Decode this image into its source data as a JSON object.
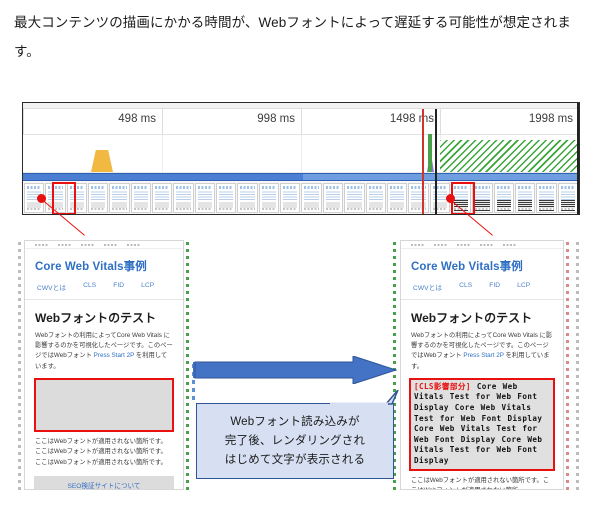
{
  "intro": {
    "text": "最大コンテンツの描画にかかる時間が、Webフォントによって遅延する可能性が想定されます。"
  },
  "timeline": {
    "name": "performance-filmstrip-timeline",
    "ticks": [
      "498 ms",
      "998 ms",
      "1498 ms",
      "1998 ms"
    ],
    "frame_count": 26,
    "dense_from_index": 20,
    "selection_left_index": 1,
    "selection_right_index": 21,
    "colors": {
      "cpu_script": "#f1b942",
      "paint": "#8a77d8",
      "network_band": "#4a7fd4",
      "layout_shift_hatch": "#3aa53a",
      "selection": "#e8110f",
      "cursor": "#d0342c"
    }
  },
  "cards": {
    "before": {
      "name": "before-webfont-loaded",
      "title": "Core Web Vitals事例",
      "nav": [
        "CWVとは",
        "CLS",
        "FID",
        "LCP"
      ],
      "heading": "Webフォントのテスト",
      "paragraph_pre": "Webフォントの利用によってCore Web Vitals に影響するのかを可視化したページです。このページではWebフォント ",
      "paragraph_link": "Press Start 2P",
      "paragraph_post": " を利用しています。",
      "placeholder_note": "",
      "body_text": "ここはWebフォントが適用されない箇所です。ここはWebフォントが適用されない箇所です。ここはWebフォントが適用されない箇所です。",
      "button": "SEO検証サイトについて"
    },
    "after": {
      "name": "after-webfont-loaded",
      "title": "Core Web Vitals事例",
      "nav": [
        "CWVとは",
        "CLS",
        "FID",
        "LCP"
      ],
      "heading": "Webフォントのテスト",
      "paragraph_pre": "Webフォントの利用によってCore Web Vitals に影響するのかを可視化したページです。このページではWebフォント ",
      "paragraph_link": "Press Start 2P",
      "paragraph_post": " を利用しています。",
      "cls_tag": "[CLS影響部分]",
      "cls_text": "Core Web Vitals Test for Web Font Display Core Web Vitals Test for Web Font Display Core Web Vitals Test for Web Font Display Core Web Vitals Test for Web Font Display",
      "body_text": "ここはWebフォントが適用されない箇所です。ここはWebフォントが適用されない箇所"
    }
  },
  "callout": {
    "name": "webfont-render-callout",
    "line1": "Webフォント読み込みが",
    "line2": "完了後、レンダリングされ",
    "line3": "はじめて文字が表示される",
    "fill": "#d6e0f2",
    "stroke": "#2f5597"
  },
  "arrow": {
    "name": "transition-arrow",
    "color": "#4472c4",
    "direction": "right"
  }
}
